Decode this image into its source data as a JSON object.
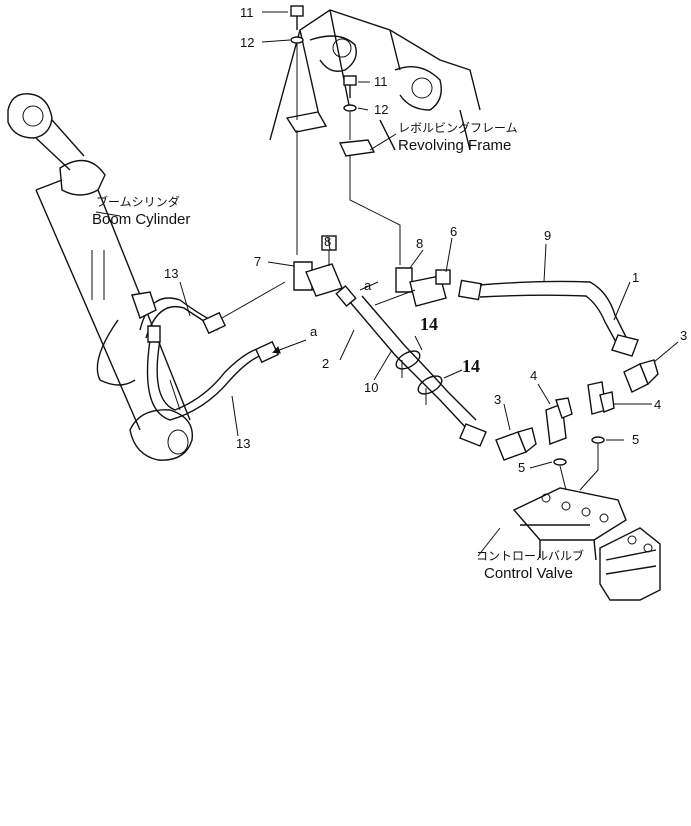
{
  "callouts": [
    "1",
    "2",
    "3",
    "4",
    "5",
    "6",
    "7",
    "8",
    "9",
    "10",
    "11",
    "12",
    "13",
    "14",
    "a"
  ],
  "labels": {
    "boom_cylinder_jp": "ブームシリンダ",
    "boom_cylinder_en": "Boom Cylinder",
    "revolving_frame_jp": "レボルビングフレーム",
    "revolving_frame_en": "Revolving Frame",
    "control_valve_jp": "コントロールバルブ",
    "control_valve_en": "Control Valve"
  }
}
